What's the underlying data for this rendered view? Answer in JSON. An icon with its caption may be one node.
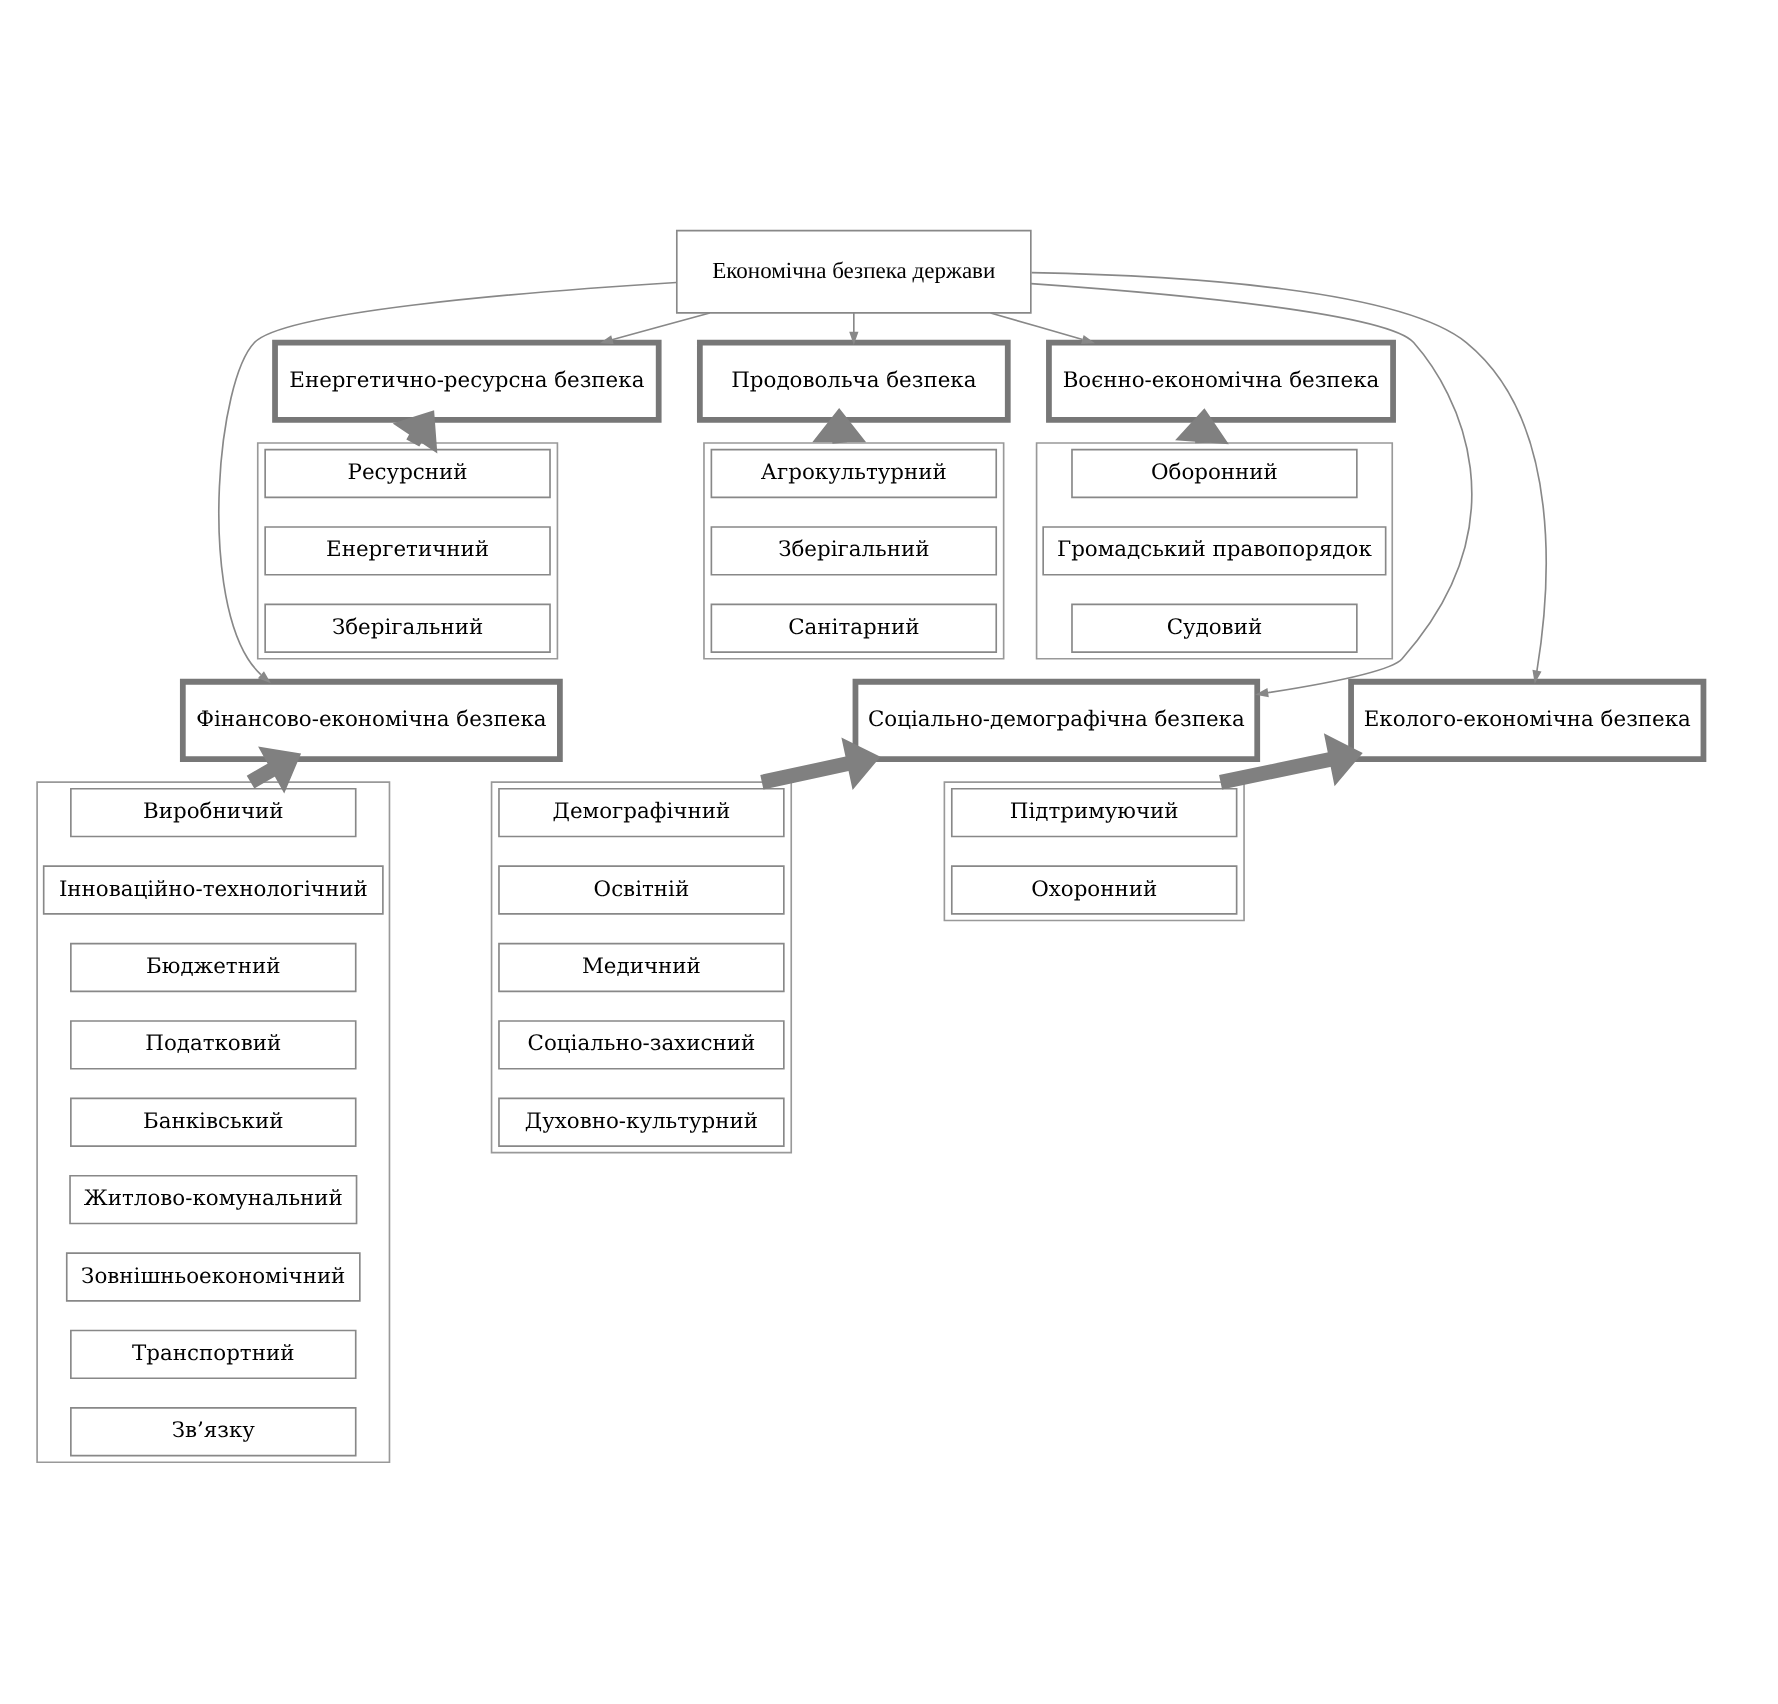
{
  "diagram": {
    "nodes": [
      {
        "text": [
          "Економічна безпека держави"
        ]
      },
      {
        "text": [
          "Енергетично-ресурсна безпека"
        ]
      },
      {
        "text": [],
        "shape": "box"
      },
      {
        "text": [
          "Ресурсний"
        ],
        "in": 2
      },
      {
        "text": [
          "Енергетичний"
        ],
        "in": 2
      },
      {
        "text": [
          "Зберігальний"
        ],
        "in": 2
      },
      {
        "text": [
          "Продовольча безпека"
        ]
      },
      {
        "text": [],
        "shape": "box"
      },
      {
        "text": [
          "Агрокультурний"
        ],
        "in": 7
      },
      {
        "text": [
          "Зберігальний"
        ],
        "in": 7
      },
      {
        "text": [
          "Санітарний"
        ],
        "in": 7
      },
      {
        "text": [
          "Воєнно-економічна безпека"
        ]
      },
      {
        "text": [],
        "shape": "box"
      },
      {
        "text": [
          "Оборонний"
        ],
        "in": 12
      },
      {
        "text": [
          "Громадський правопорядок"
        ],
        "in": 12
      },
      {
        "text": [
          "Судовий"
        ],
        "in": 12
      },
      {
        "text": [
          "Фінансово-економічна безпека"
        ]
      },
      {
        "text": [],
        "shape": "box"
      },
      {
        "text": [
          "Виробничий"
        ],
        "in": 17
      },
      {
        "text": [
          "Інноваційно-технологічний"
        ],
        "in": 17
      },
      {
        "text": [
          "Бюджетний"
        ],
        "in": 17
      },
      {
        "text": [
          "Податковий"
        ],
        "in": 17
      },
      {
        "text": [
          "Банківський"
        ],
        "in": 17
      },
      {
        "text": [
          "Житлово-комунальний"
        ],
        "in": 17
      },
      {
        "text": [
          "Зовнішньоекономічний"
        ],
        "in": 17
      },
      {
        "text": [
          "Транспортний"
        ],
        "in": 17
      },
      {
        "text": [
          "Зв’язку"
        ],
        "in": 17
      },
      {
        "text": [
          "Соціально-демографічна безпека"
        ]
      },
      {
        "text": [],
        "shape": "box"
      },
      {
        "text": [
          "Демографічний"
        ],
        "in": 28
      },
      {
        "text": [
          "Освітній"
        ],
        "in": 28
      },
      {
        "text": [
          "Медичний"
        ],
        "in": 28
      },
      {
        "text": [
          "Соціально-захисний"
        ],
        "in": 28
      },
      {
        "text": [
          "Духовно-культурний"
        ],
        "in": 28
      },
      {
        "text": [
          "Еколого-економічна безпека"
        ]
      },
      {
        "text": [],
        "shape": "box"
      },
      {
        "text": [
          "Підтримуючий"
        ],
        "in": 35
      },
      {
        "text": [
          "Охоронний"
        ],
        "in": 35
      }
    ],
    "edges": [
      {
        "from": 0,
        "to": 1,
        "arrow": "to"
      },
      {
        "from": 0,
        "to": 6,
        "arrow": "to"
      },
      {
        "from": 0,
        "to": 11,
        "arrow": "to"
      },
      {
        "from": 0,
        "to": 16,
        "arrow": "to"
      },
      {
        "from": 0,
        "to": 27,
        "arrow": "to"
      },
      {
        "from": 0,
        "to": 34,
        "arrow": "to"
      },
      {
        "from": 2,
        "to": 1,
        "arrow": "to",
        "style": "thick"
      },
      {
        "from": 7,
        "to": 6,
        "arrow": "to",
        "style": "thick"
      },
      {
        "from": 12,
        "to": 11,
        "arrow": "to",
        "style": "thick"
      },
      {
        "from": 17,
        "to": 16,
        "arrow": "to",
        "style": "thick"
      },
      {
        "from": 28,
        "to": 27,
        "arrow": "to",
        "style": "thick"
      },
      {
        "from": 35,
        "to": 34,
        "arrow": "to",
        "style": "thick"
      }
    ]
  }
}
